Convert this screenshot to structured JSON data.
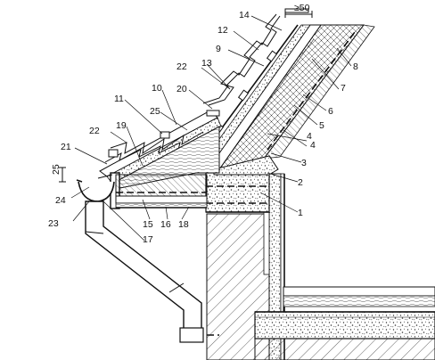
{
  "callouts": {
    "c1": "1",
    "c2": "2",
    "c3": "3",
    "c4a": "4",
    "c4b": "4",
    "c5": "5",
    "c6": "6",
    "c7": "7",
    "c8": "8",
    "c9": "9",
    "c10": "10",
    "c11": "11",
    "c12": "12",
    "c13": "13",
    "c14": "14",
    "c15": "15",
    "c16": "16",
    "c17": "17",
    "c18": "18",
    "c19": "19",
    "c20": "20",
    "c21": "21",
    "c22a": "22",
    "c22b": "22",
    "c23": "23",
    "c24": "24",
    "c25": "25"
  },
  "dimensions": {
    "overlap": "≥50",
    "gutter_height": "25"
  }
}
